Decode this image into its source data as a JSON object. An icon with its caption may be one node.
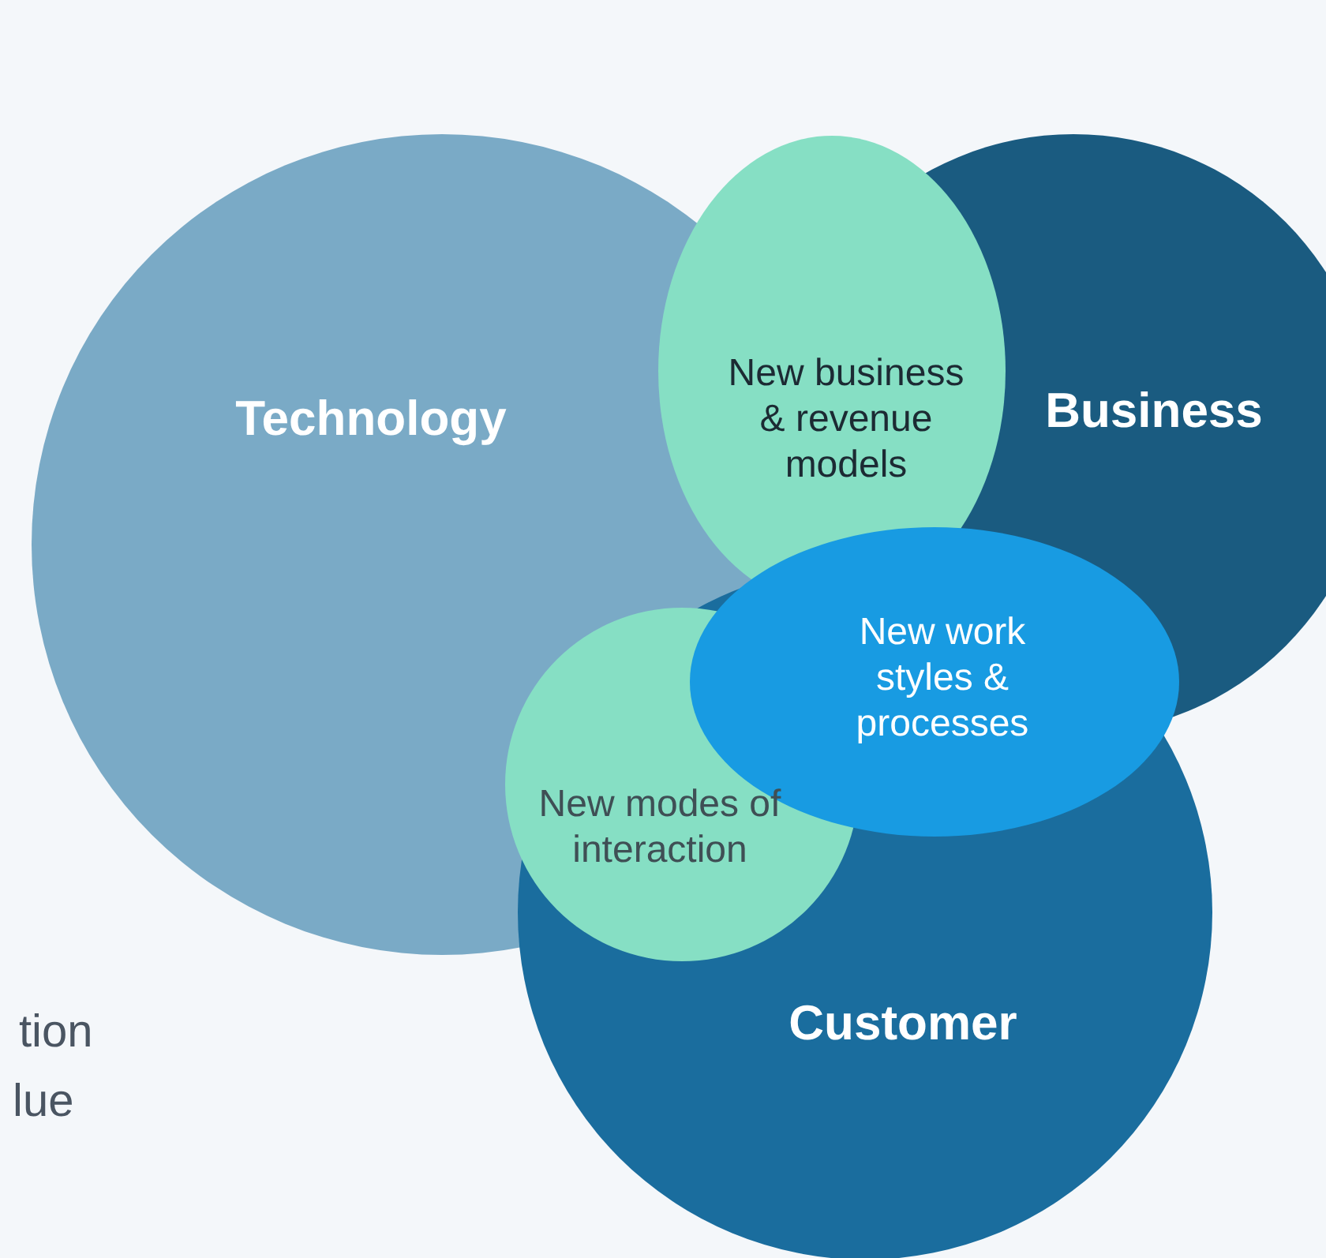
{
  "diagram": {
    "nodes": [
      {
        "text": [
          "Technology"
        ]
      },
      {
        "text": [
          "Business"
        ]
      },
      {
        "text": [
          "Customer"
        ]
      },
      {
        "text": [
          "New business & revenue models"
        ]
      },
      {
        "text": [
          "New work styles & processes"
        ]
      },
      {
        "text": [
          "New modes of interaction"
        ]
      }
    ],
    "edges": [],
    "labels": [
      "tion",
      "lue"
    ]
  }
}
